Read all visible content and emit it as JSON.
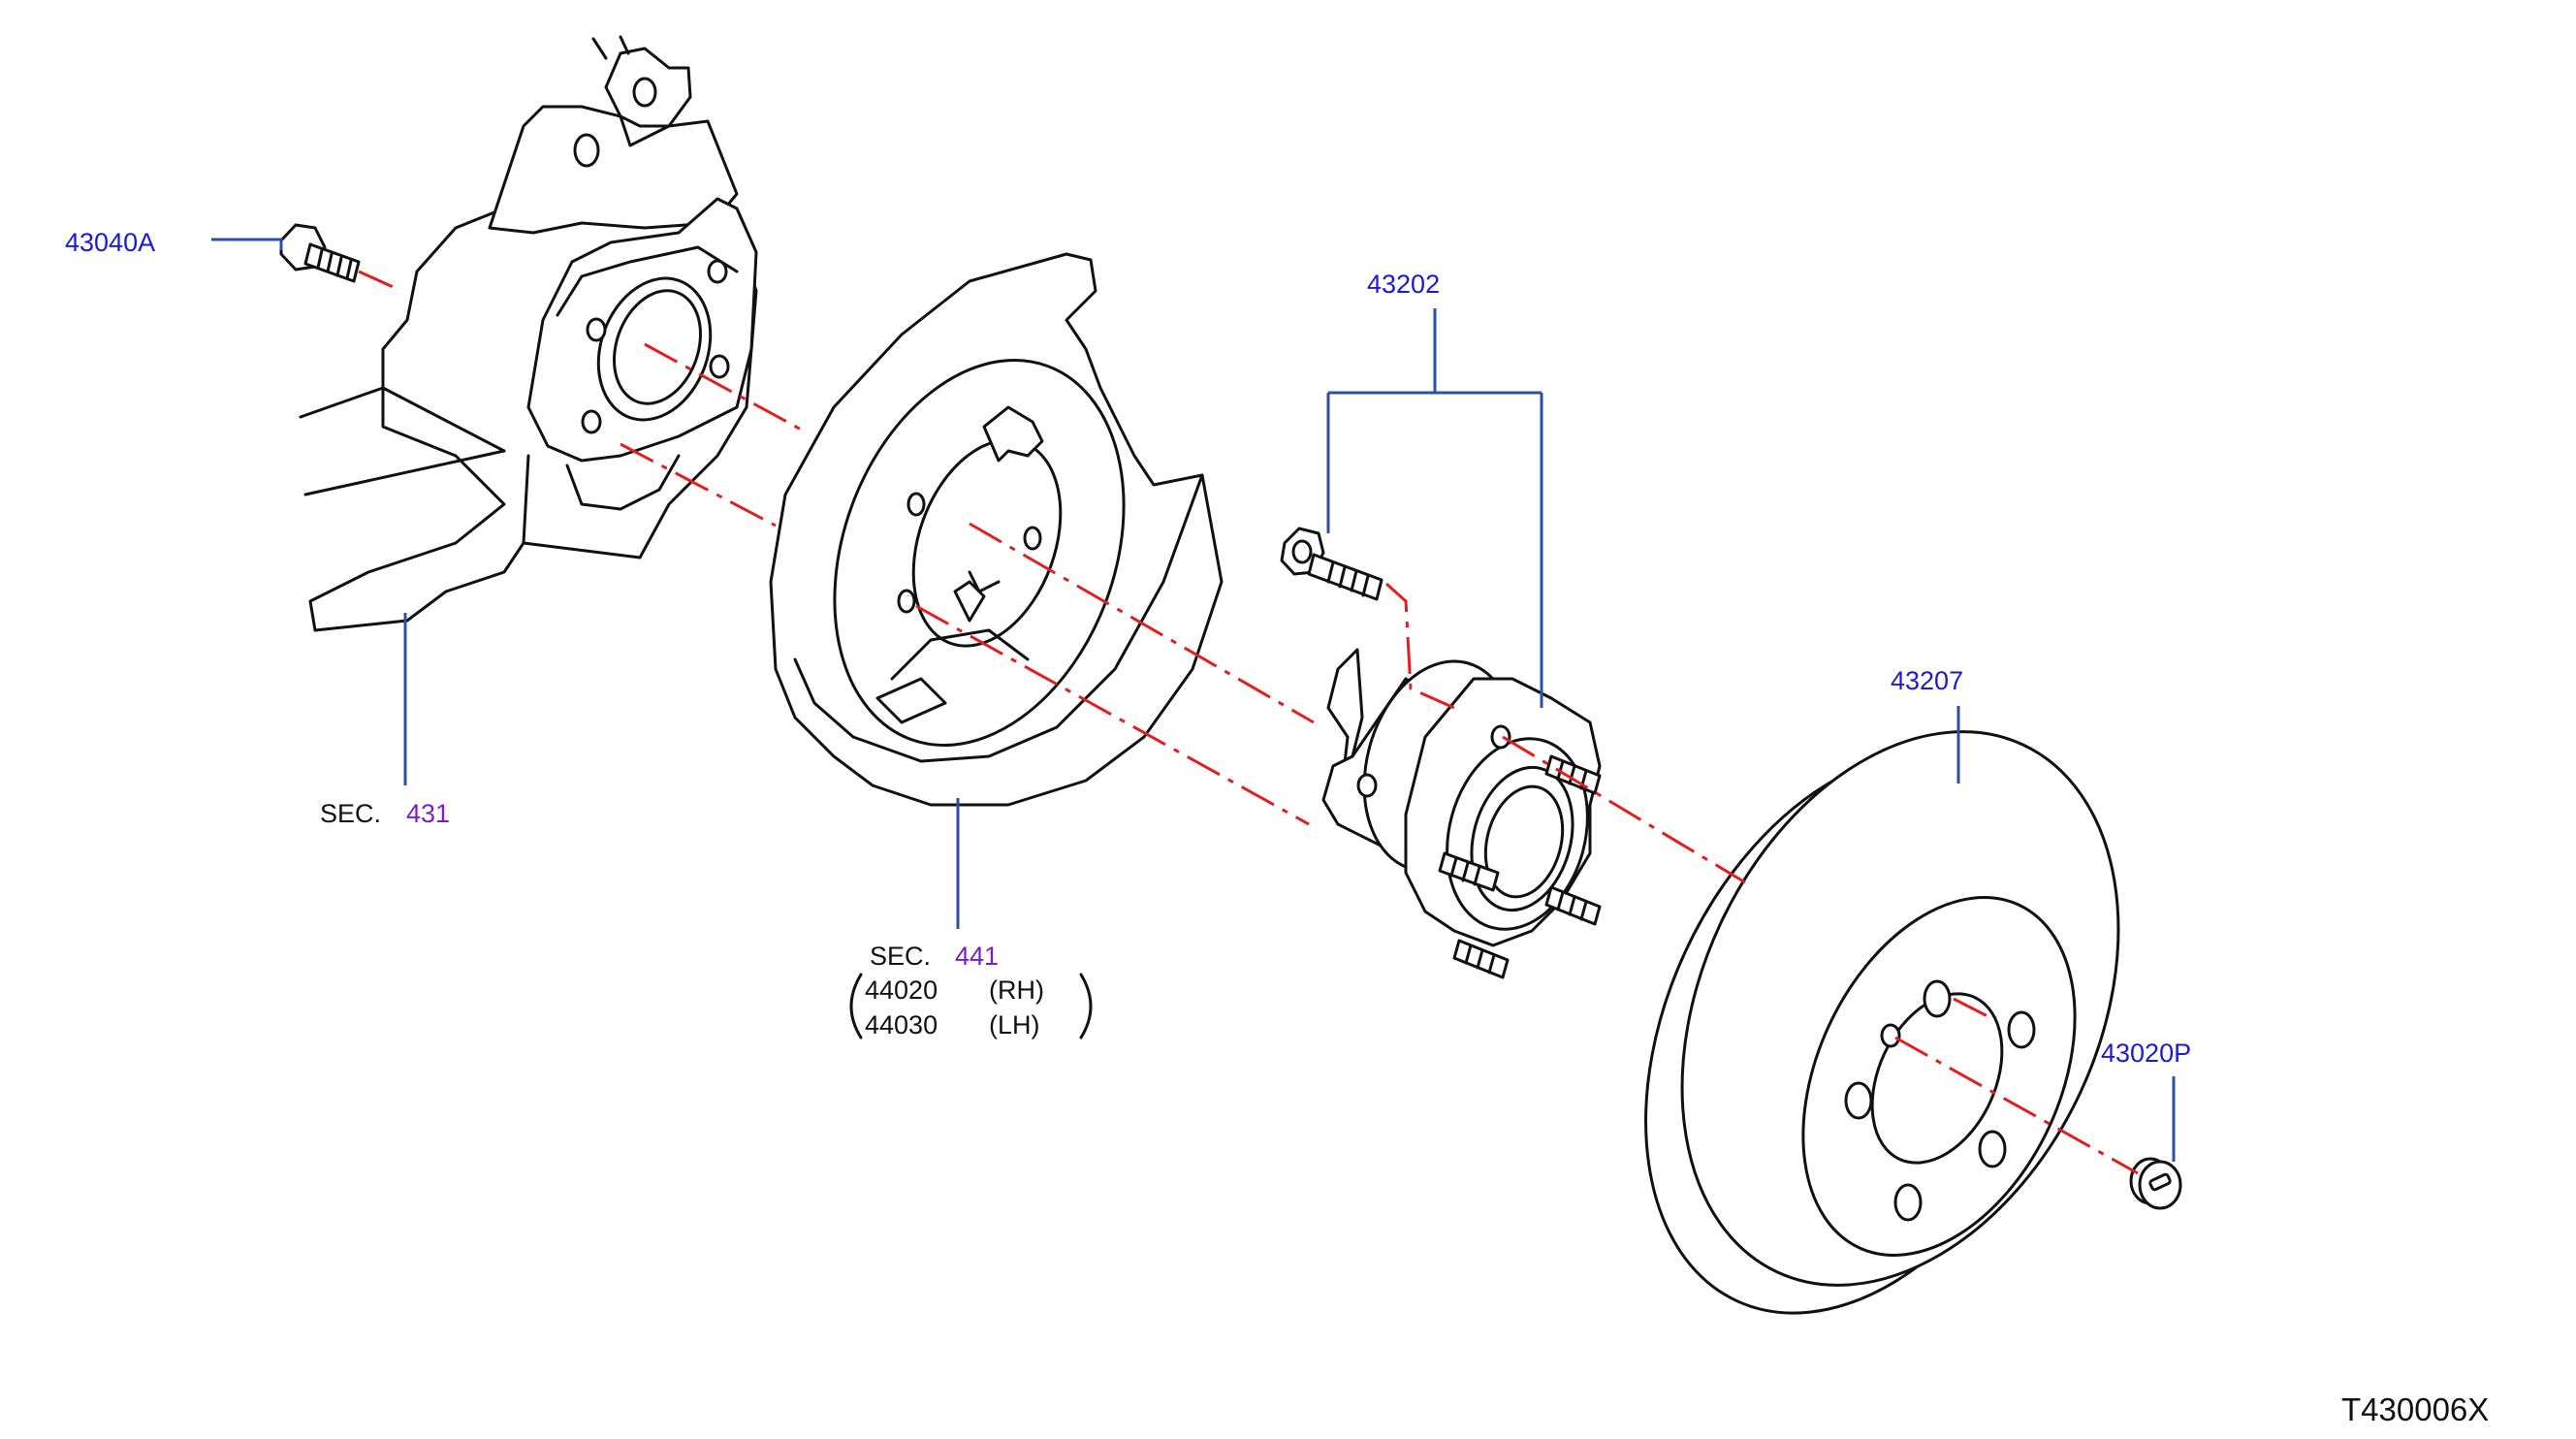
{
  "callouts": {
    "bolt_knuckle": "43040A",
    "knuckle_sec_prefix": "SEC.",
    "knuckle_sec_num": "431",
    "hub_bolt_group": "43202",
    "shield_sec_prefix": "SEC.",
    "shield_sec_num": "441",
    "shield_rh_part": "44020",
    "shield_rh_side": "(RH)",
    "shield_lh_part": "44030",
    "shield_lh_side": "(LH)",
    "rotor": "43207",
    "plug": "43020P"
  },
  "diagram_code": "T430006X",
  "colors": {
    "part_number": "#1a1ad8",
    "section_number": "#7a1fc8",
    "leader_line": "#2a4fa6",
    "center_line": "#e02020",
    "outline": "#111111"
  }
}
